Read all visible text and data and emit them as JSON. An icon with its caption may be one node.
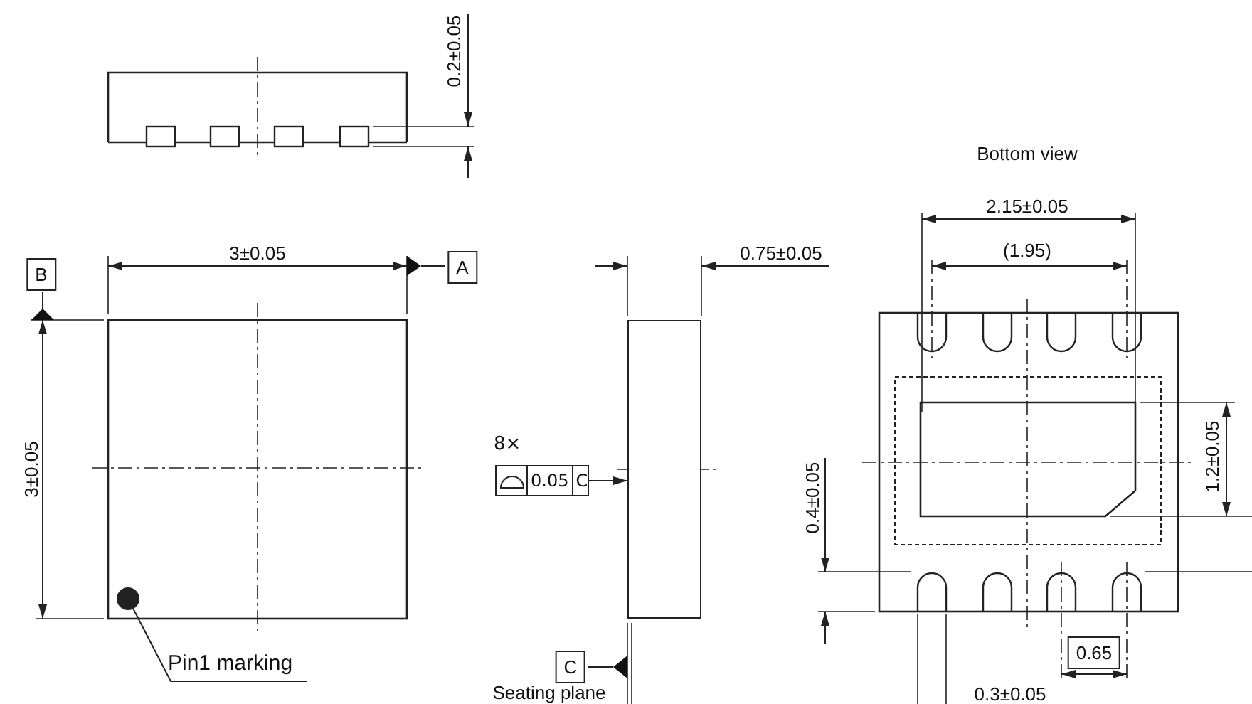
{
  "diagram": {
    "nodes": [
      {
        "text": [
          "Pin1 marking"
        ]
      },
      {
        "text": [],
        "shape": "circle"
      },
      {
        "text": [
          "0.05",
          "C"
        ],
        "beside": [
          "8×"
        ]
      },
      {
        "text": [],
        "shape": "box"
      }
    ],
    "edges": [
      {
        "from": 0,
        "to": 1,
        "arrow": "none"
      },
      {
        "from": 2,
        "to": 3,
        "arrow": "to"
      }
    ],
    "labels": [
      "0.2±0.05",
      "3±0.05",
      "A",
      "B",
      "0.75±0.05",
      "Bottom view",
      "2.15±0.05",
      "(1.95)",
      "3±0.05",
      "1.2±0.05",
      "0.4±0.05",
      "0.65",
      "C",
      "Seating plane",
      "0.3±0.05"
    ]
  }
}
